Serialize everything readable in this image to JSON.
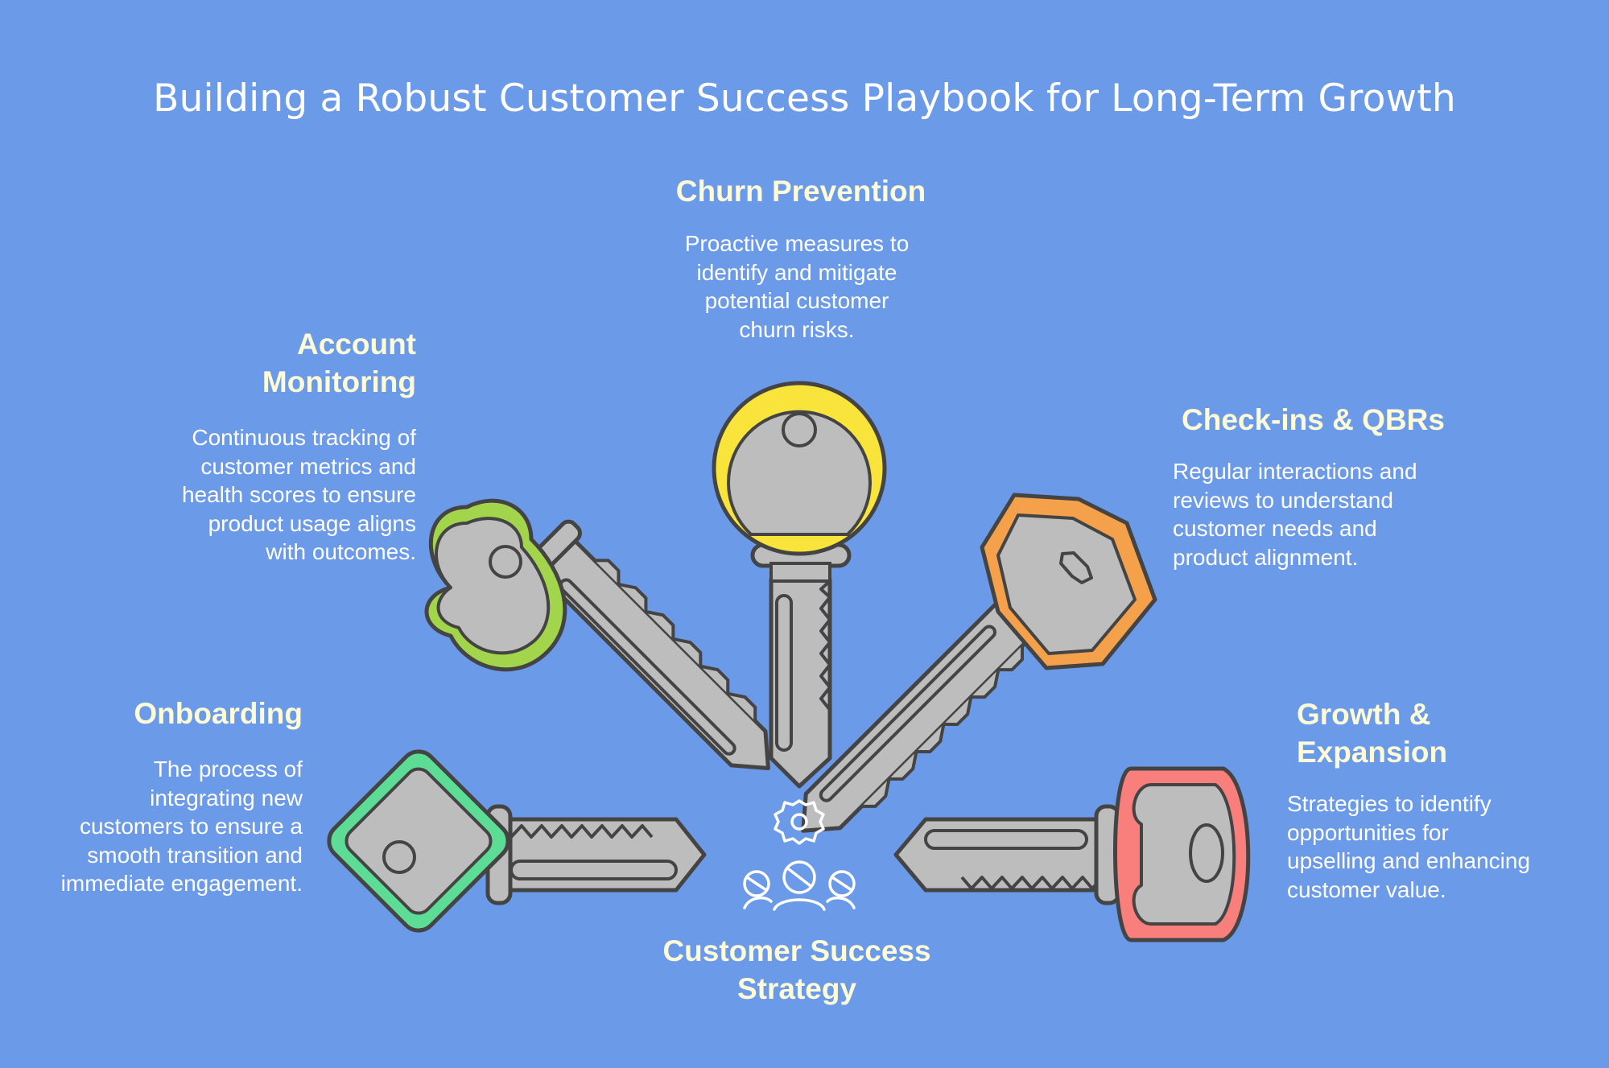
{
  "title": "Building a Robust Customer Success Playbook for Long-Term Growth",
  "center": {
    "label_line1": "Customer Success",
    "label_line2": "Strategy",
    "icon": "team-gear-icon"
  },
  "sections": {
    "churn": {
      "heading": "Churn Prevention",
      "desc": [
        "Proactive measures to",
        "identify and mitigate",
        "potential customer",
        "churn risks."
      ],
      "key_color": "#f9e43b"
    },
    "account": {
      "heading": [
        "Account",
        "Monitoring"
      ],
      "desc": [
        "Continuous tracking of",
        "customer metrics and",
        "health scores to ensure",
        "product usage aligns",
        "with outcomes."
      ],
      "key_color": "#a2d54c"
    },
    "checkins": {
      "heading": "Check-ins & QBRs",
      "desc": [
        "Regular interactions and",
        "reviews to understand",
        "customer needs and",
        "product alignment."
      ],
      "key_color": "#f5a14c"
    },
    "onboarding": {
      "heading": "Onboarding",
      "desc": [
        "The process of",
        "integrating new",
        "customers to ensure a",
        "smooth transition and",
        "immediate engagement."
      ],
      "key_color": "#5ddc96"
    },
    "growth": {
      "heading": [
        "Growth &",
        "Expansion"
      ],
      "desc": [
        "Strategies to identify",
        "opportunities for",
        "upselling and enhancing",
        "customer value."
      ],
      "key_color": "#f97f7d"
    }
  },
  "colors": {
    "background": "#6b9ae8",
    "key_metal": "#bdbdbd",
    "outline": "#444444",
    "heading": "#fdfbd8",
    "text": "#ffffff"
  }
}
